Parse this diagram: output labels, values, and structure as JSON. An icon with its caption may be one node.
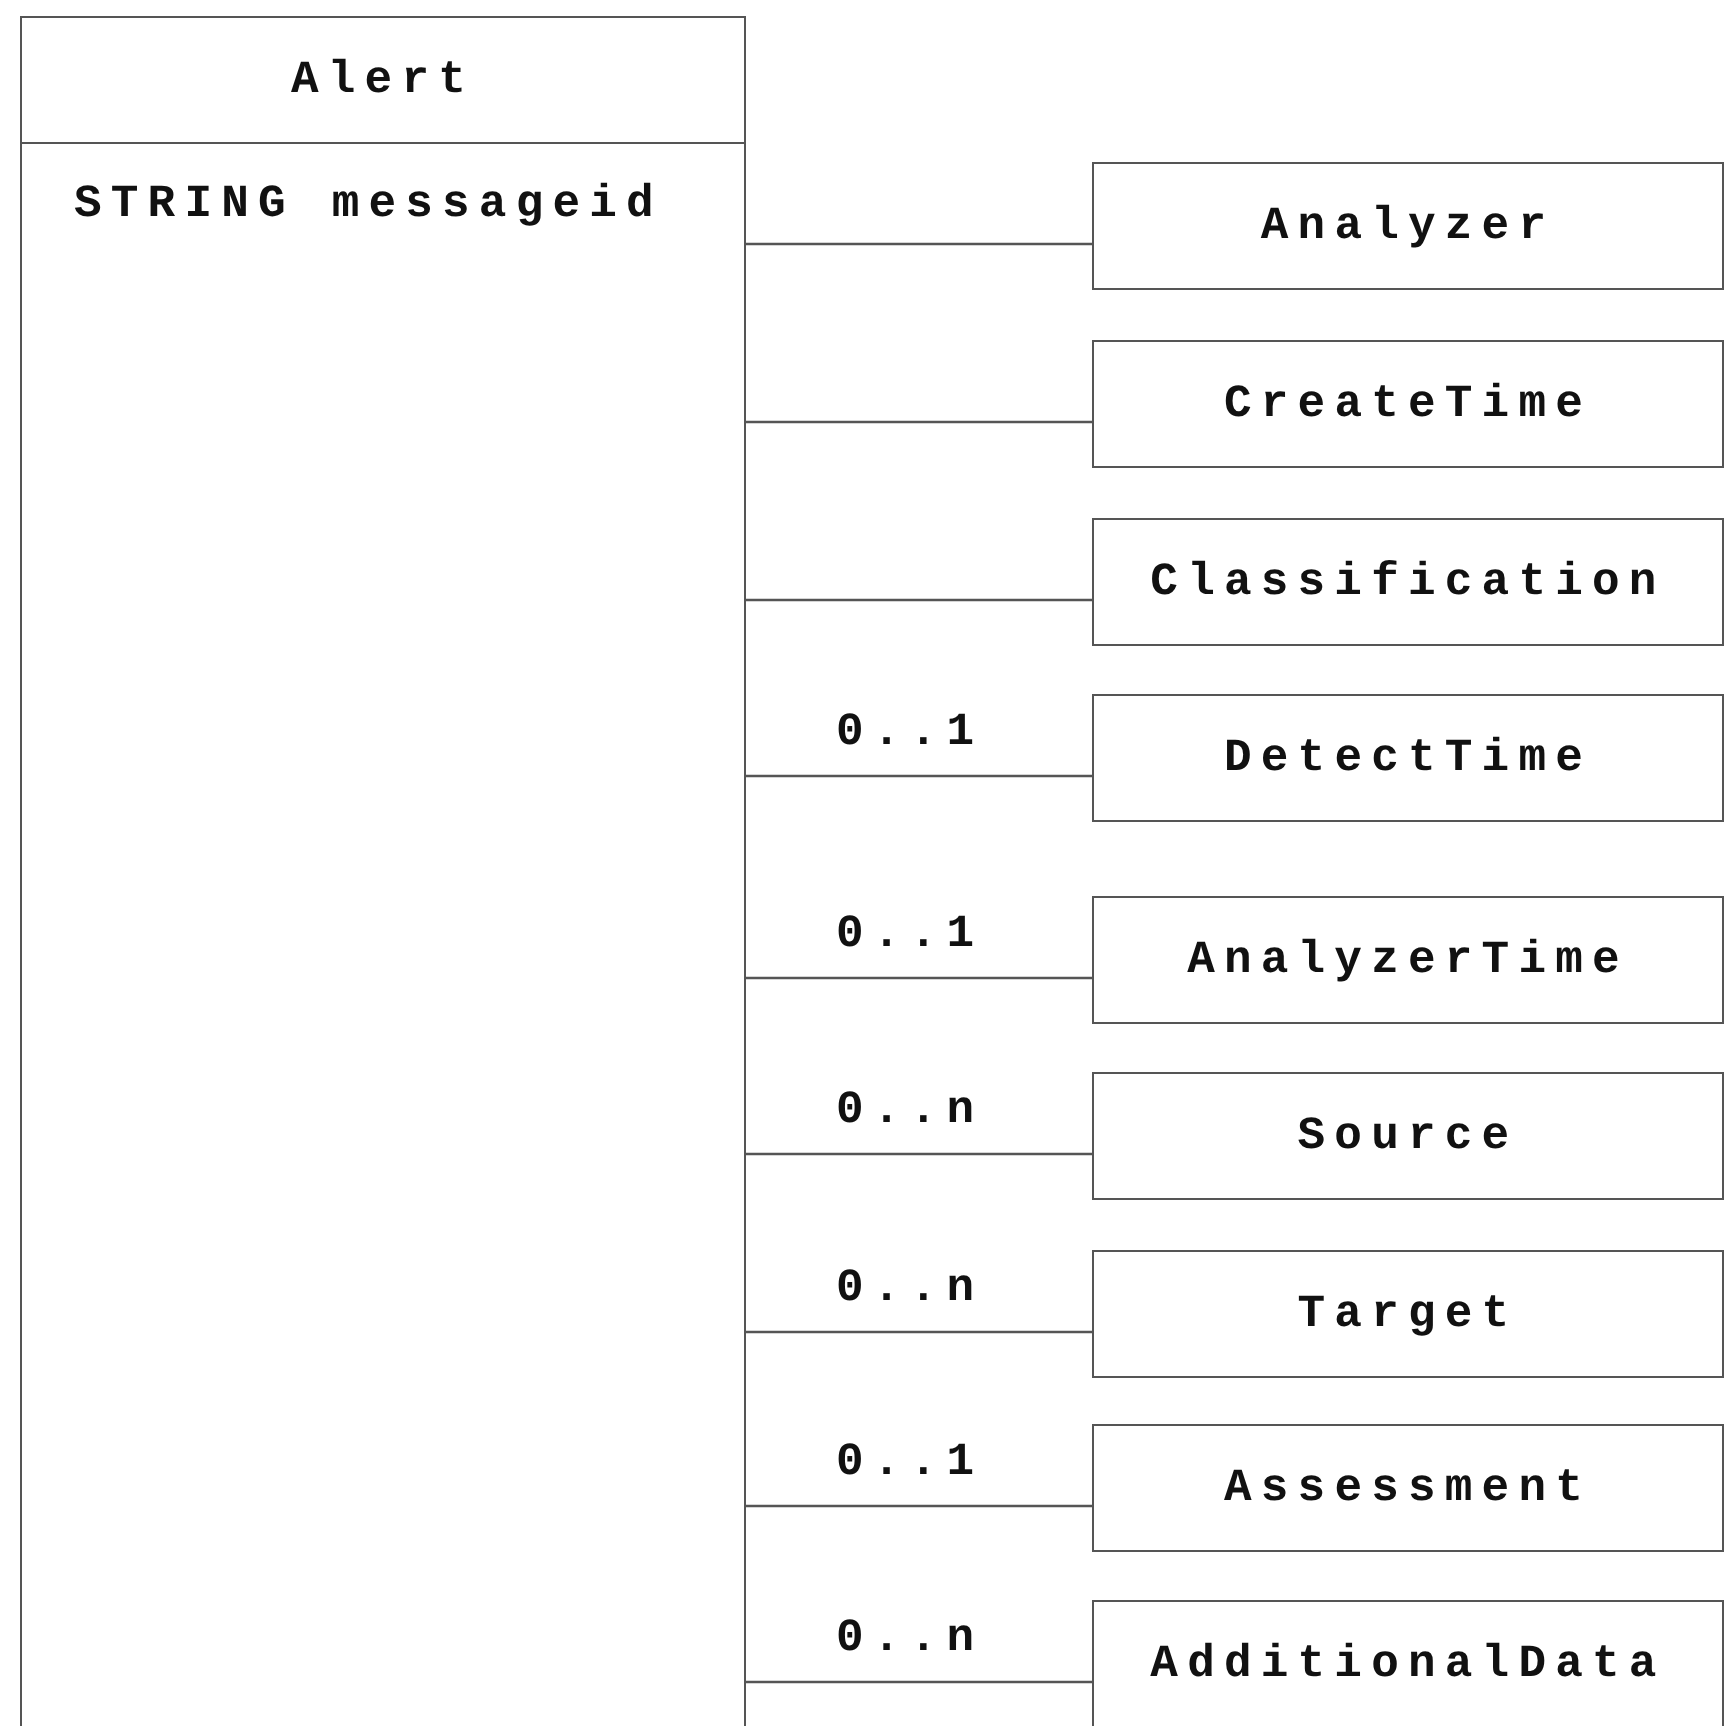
{
  "diagram": {
    "nodes": [
      {
        "text": [
          "Alert",
          "STRING messageid"
        ]
      },
      {
        "text": [
          "Analyzer"
        ]
      },
      {
        "text": [
          "CreateTime"
        ]
      },
      {
        "text": [
          "Classification"
        ]
      },
      {
        "text": [
          "DetectTime"
        ]
      },
      {
        "text": [
          "AnalyzerTime"
        ]
      },
      {
        "text": [
          "Source"
        ]
      },
      {
        "text": [
          "Target"
        ]
      },
      {
        "text": [
          "Assessment"
        ]
      },
      {
        "text": [
          "AdditionalData"
        ]
      }
    ],
    "edges": [
      {
        "from": 0,
        "to": 1,
        "arrow": "none"
      },
      {
        "from": 0,
        "to": 2,
        "arrow": "none"
      },
      {
        "from": 0,
        "to": 3,
        "arrow": "none"
      },
      {
        "from": 0,
        "to": 4,
        "arrow": "none",
        "label": "0..1"
      },
      {
        "from": 0,
        "to": 5,
        "arrow": "none",
        "label": "0..1"
      },
      {
        "from": 0,
        "to": 6,
        "arrow": "none",
        "label": "0..n"
      },
      {
        "from": 0,
        "to": 7,
        "arrow": "none",
        "label": "0..n"
      },
      {
        "from": 0,
        "to": 8,
        "arrow": "none",
        "label": "0..1"
      },
      {
        "from": 0,
        "to": 9,
        "arrow": "none",
        "label": "0..n"
      }
    ]
  }
}
